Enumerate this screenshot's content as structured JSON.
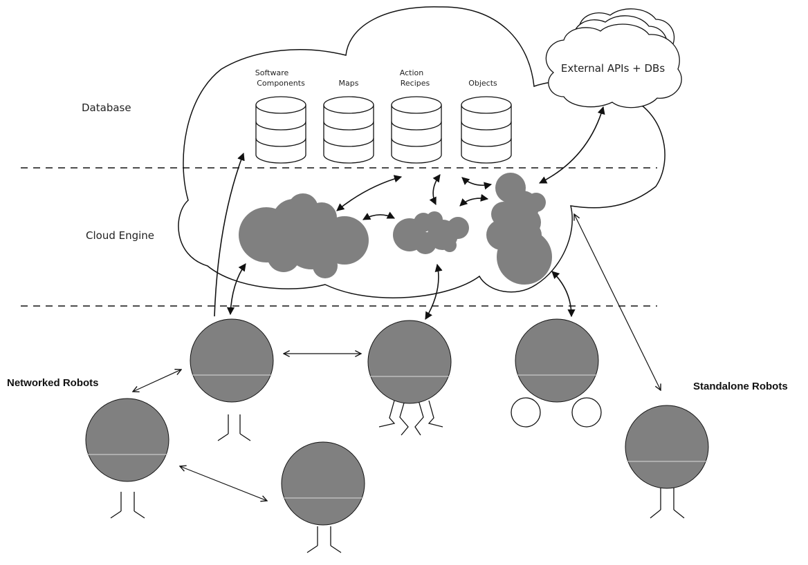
{
  "layers": {
    "database": "Database",
    "cloud_engine": "Cloud Engine"
  },
  "databases": [
    {
      "line1": "Software",
      "line2": "Components"
    },
    {
      "line1": "Maps",
      "line2": ""
    },
    {
      "line1": "Action",
      "line2": "Recipes"
    },
    {
      "line1": "Objects",
      "line2": ""
    }
  ],
  "external": "External APIs + DBs",
  "groups": {
    "networked": "Networked Robots",
    "standalone": "Standalone Robots"
  },
  "colors": {
    "robot_fill": "#808080",
    "engine_fill": "#808080",
    "line": "#111111"
  }
}
